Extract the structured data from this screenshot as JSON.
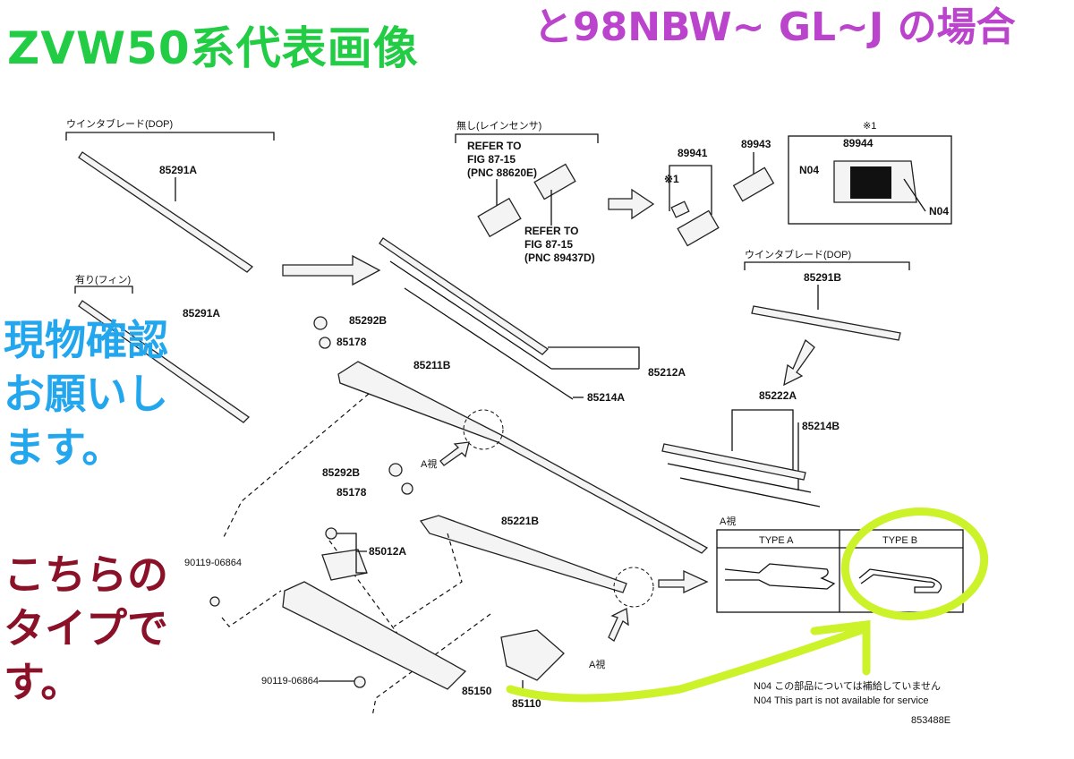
{
  "annotations": {
    "title_green": "ZVW50系代表画像",
    "title_purple": "と98NBW~ GL~J の場合",
    "note_blue": "現物確認\nお願いします。",
    "note_maroon": "こちらの\nタイプです。",
    "colors": {
      "green": "#22cc44",
      "purple": "#bb44cc",
      "blue": "#22a6ee",
      "maroon": "#8a1128",
      "highlight": "#ccf22a"
    }
  },
  "diagram": {
    "group_left_blade": "ウインタブレード(DOP)",
    "group_fin": "有り(フィン)",
    "group_no_rain_sensor": "無し(レインセンサ)",
    "group_right_blade": "ウインタブレード(DOP)",
    "refer1": [
      "REFER TO",
      "FIG 87-15",
      "(PNC 88620E)"
    ],
    "refer2": [
      "REFER TO",
      "FIG 87-15",
      "(PNC 89437D)"
    ],
    "mark1": "※1",
    "parts": {
      "p85291A": "85291A",
      "p85291A2": "85291A",
      "p89941": "89941",
      "p89943": "89943",
      "p89944": "89944",
      "pN04a": "N04",
      "pN04b": "N04",
      "p85291B": "85291B",
      "p85292B": "85292B",
      "p85178": "85178",
      "p85211B": "85211B",
      "p85212A": "85212A",
      "p85214A": "85214A",
      "p85222A": "85222A",
      "p85214B": "85214B",
      "p85292B2": "85292B",
      "p851782": "85178",
      "p85221B": "85221B",
      "p85012A": "85012A",
      "p90119a": "90119-06864",
      "p90119b": "90119-06864",
      "p85110": "85110",
      "p85150": "85150"
    },
    "view_a": "A視",
    "type_a": "TYPE A",
    "type_b": "TYPE B",
    "note_jp": "N04 この部品については補給していません",
    "note_en": "N04 This part is not available for service",
    "figure_id": "853488E"
  }
}
